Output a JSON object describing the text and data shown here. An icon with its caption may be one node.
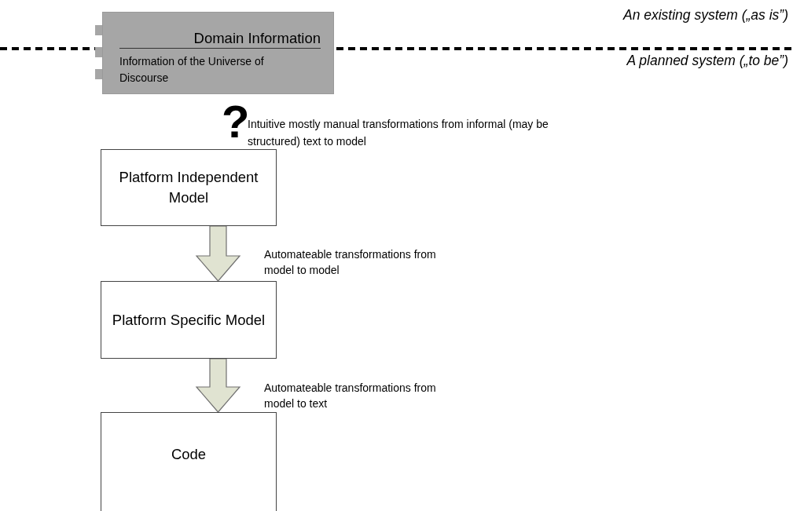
{
  "diagram": {
    "nodes": [
      {
        "text": [
          "Domain Information",
          "Information of the Universe of Discourse"
        ]
      },
      {
        "text": [
          "Platform Independent Model"
        ]
      },
      {
        "text": [
          "Platform Specific Model"
        ]
      },
      {
        "text": [
          "Code"
        ]
      }
    ],
    "edges": [
      {
        "from": 1,
        "to": 2,
        "arrow": "to",
        "style": "thick",
        "label": "Automateable transformations from model to model"
      },
      {
        "from": 2,
        "to": 3,
        "arrow": "to",
        "style": "thick",
        "label": "Automateable transformations from model to text"
      }
    ],
    "labels": [
      "An existing system („as is”)",
      "A planned system („to be”)",
      "?",
      "Intuitive mostly manual transformations from informal (may be structured) text to model"
    ]
  }
}
